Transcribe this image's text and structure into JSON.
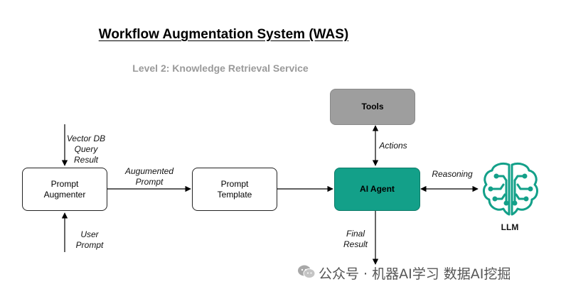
{
  "title": "Workflow Augmentation System (WAS)",
  "subtitle": "Level 2: Knowledge Retrieval Service",
  "nodes": {
    "prompt_augmenter": {
      "line1": "Prompt",
      "line2": "Augmenter"
    },
    "prompt_template": {
      "line1": "Prompt",
      "line2": "Template"
    },
    "tools": {
      "label": "Tools"
    },
    "ai_agent": {
      "label": "AI Agent"
    },
    "llm": {
      "label": "LLM"
    }
  },
  "edges": {
    "vector_db": {
      "line1": "Vector DB",
      "line2": "Query",
      "line3": "Result"
    },
    "user_prompt": {
      "line1": "User",
      "line2": "Prompt"
    },
    "augmented_prompt": {
      "line1": "Augumented",
      "line2": "Prompt"
    },
    "actions": {
      "label": "Actions"
    },
    "reasoning": {
      "label": "Reasoning"
    },
    "final_result": {
      "line1": "Final",
      "line2": "Result"
    }
  },
  "watermark": {
    "text": "公众号 · 机器AI学习 数据AI挖掘"
  },
  "colors": {
    "agent": "#13a089",
    "tools": "#9e9e9e",
    "llm_icon": "#13a089"
  },
  "icons": {
    "llm": "brain-circuit-icon",
    "watermark": "wechat-icon"
  }
}
